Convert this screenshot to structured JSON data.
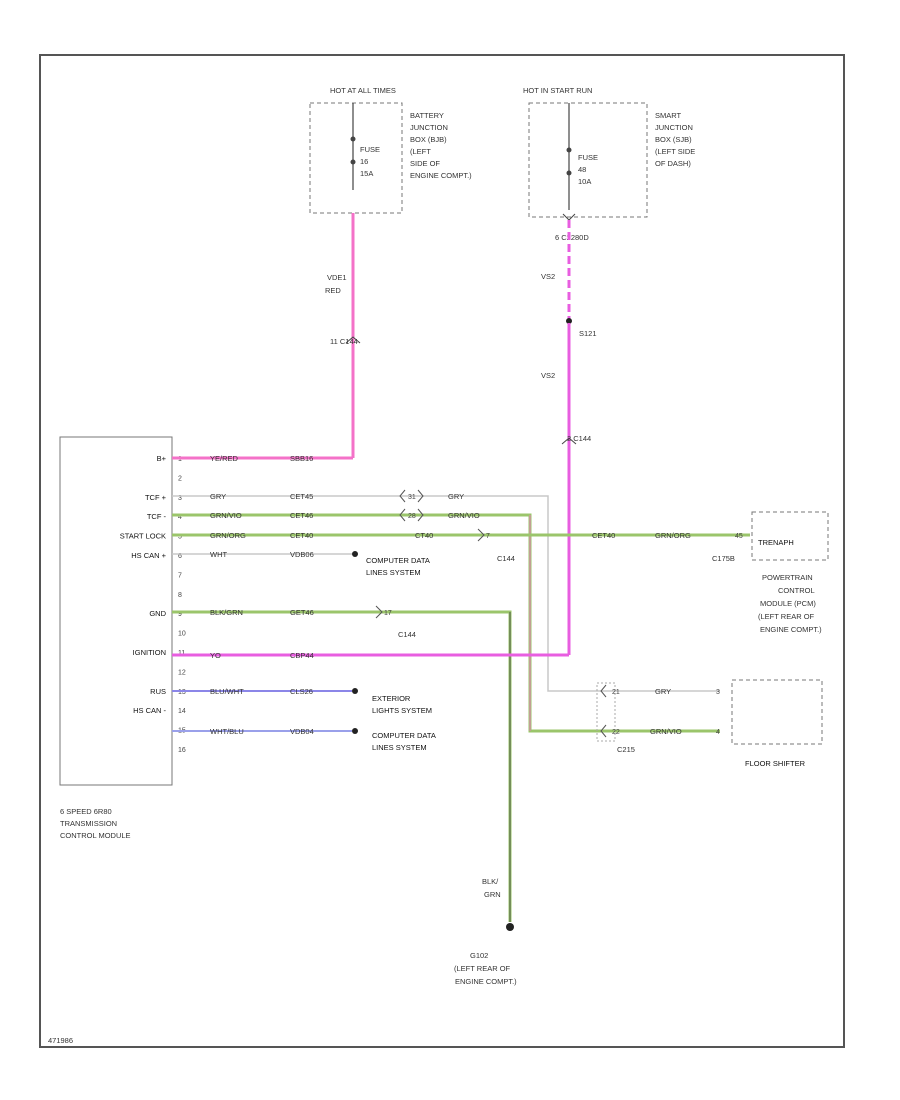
{
  "colors": {
    "frame": "#555555",
    "red_wire": "#f472c8",
    "pink_wire": "#e85ee0",
    "green_wire": "#9bc56b",
    "gray_wire": "#c8c8c8",
    "violet_wire": "#8b86e8",
    "blue_wire": "#9aa0ea",
    "text": "#333333"
  },
  "power_left": {
    "title": "HOT AT ALL TIMES",
    "fuse": [
      "FUSE",
      "16",
      "15A"
    ],
    "box_label": [
      "BATTERY",
      "JUNCTION",
      "BOX (BJB)",
      "(LEFT",
      "SIDE OF",
      "ENGINE COMPT.)"
    ],
    "circuit": "VDE1",
    "wire_color": "RED",
    "connector": "11 C144"
  },
  "power_right": {
    "title": "HOT IN START RUN",
    "fuse": [
      "FUSE",
      "48",
      "10A"
    ],
    "box_label": [
      "SMART",
      "JUNCTION",
      "BOX (SJB)",
      "(LEFT SIDE",
      "OF DASH)"
    ],
    "connector_top": "6   C2280D",
    "circuit_top": "VS2",
    "splice": "S121",
    "circuit_bottom": "VS2",
    "connector_bottom": "2 C144"
  },
  "module": {
    "name": [
      "6 SPEED 6R80",
      "TRANSMISSION",
      "CONTROL MODULE"
    ],
    "pins": [
      "B+",
      "",
      "TCF +",
      "TCF -",
      "START LOCK",
      "HS CAN +",
      "",
      "",
      "GND",
      "",
      "IGNITION",
      "",
      "RUS",
      "HS CAN -",
      "",
      ""
    ],
    "pin_numbers": [
      "1",
      "2",
      "3",
      "4",
      "5",
      "6",
      "7",
      "8",
      "9",
      "10",
      "11",
      "12",
      "13",
      "14",
      "15",
      "16"
    ]
  },
  "wires": [
    {
      "color_code": "YE/RED",
      "circuit": "SBB16"
    },
    {
      "color_code": "GRY",
      "circuit": "CET45",
      "connector": "31",
      "color_code_2": "GRY"
    },
    {
      "color_code": "GRN/VIO",
      "circuit": "CET46",
      "connector": "28",
      "color_code_2": "GRN/VIO"
    },
    {
      "color_code": "GRN/ORG",
      "circuit": "CET40",
      "circuit_2": "CT40",
      "connector_pin": "7",
      "connector": "C144",
      "circuit_3": "CET40",
      "color_code_2": "GRN/ORG",
      "pcm_pin": "45"
    },
    {
      "color_code": "WHT",
      "circuit": "VDB06"
    },
    {
      "color_code": "BLK/GRN",
      "circuit": "GET46",
      "connector_pin": "17",
      "connector": "C144"
    },
    {
      "color_code": "YO",
      "circuit": "CBP44"
    },
    {
      "color_code": "BLU/WHT",
      "circuit": "CLS26"
    },
    {
      "color_code": "WHT/BLU",
      "circuit": "VDB04"
    }
  ],
  "targets": {
    "computer_data_1": [
      "COMPUTER DATA",
      "LINES SYSTEM"
    ],
    "exterior_lights": [
      "EXTERIOR",
      "LIGHTS SYSTEM"
    ],
    "computer_data_2": [
      "COMPUTER DATA",
      "LINES SYSTEM"
    ],
    "pcm_connector": "C175B",
    "pcm_label": "TRENAPH",
    "pcm": [
      "POWERTRAIN",
      "CONTROL",
      "MODULE (PCM)",
      "(LEFT REAR OF",
      "ENGINE COMPT.)"
    ],
    "shifter_connector": "C215",
    "shifter_pins": [
      "21",
      "22"
    ],
    "shifter_wire_codes": [
      "GRY",
      "GRN/VIO"
    ],
    "shifter_pin_nums": [
      "3",
      "4"
    ],
    "shifter": "FLOOR SHIFTER"
  },
  "ground": {
    "wire": [
      "BLK/",
      "GRN"
    ],
    "id": "G102",
    "location": [
      "(LEFT REAR OF",
      "ENGINE COMPT.)"
    ]
  },
  "footer_id": "471986"
}
